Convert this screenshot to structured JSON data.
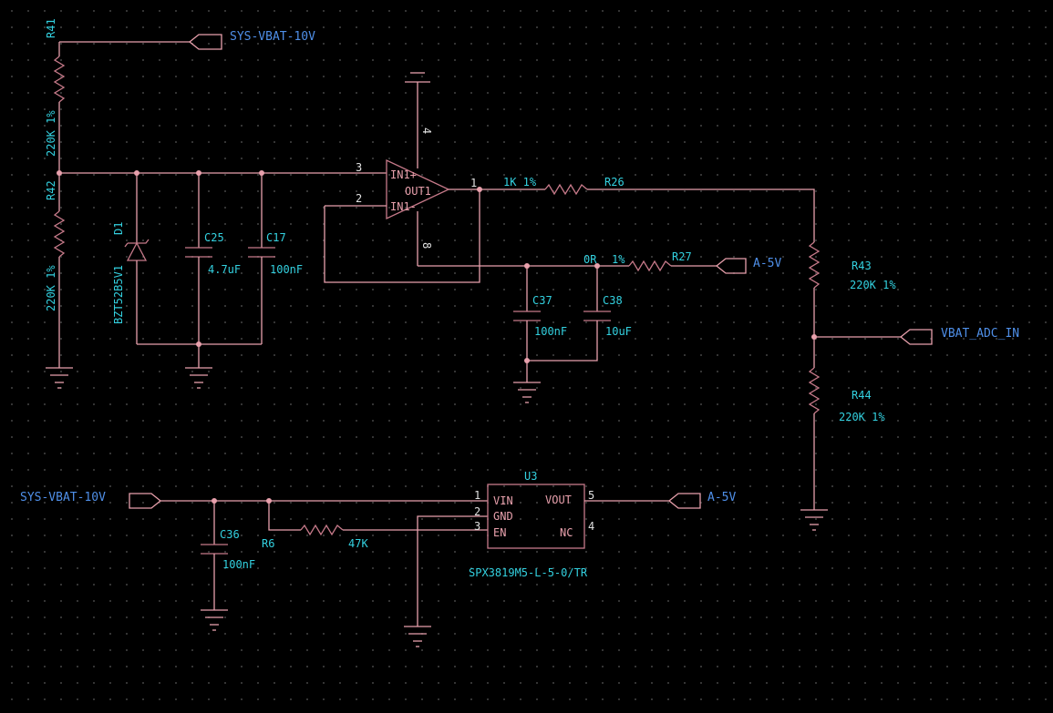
{
  "nets": {
    "sys_vbat_top": "SYS-VBAT-10V",
    "sys_vbat_bottom": "SYS-VBAT-10V",
    "a5v_r27": "A-5V",
    "a5v_u3": "A-5V",
    "vbat_adc_in": "VBAT_ADC_IN"
  },
  "components": {
    "r41": {
      "ref": "R41",
      "value": "220K 1%"
    },
    "r42": {
      "ref": "R42",
      "value": "220K 1%"
    },
    "d1": {
      "ref": "D1",
      "value": "BZT52B5V1"
    },
    "c25": {
      "ref": "C25",
      "value": "4.7uF"
    },
    "c17": {
      "ref": "C17",
      "value": "100nF"
    },
    "r26": {
      "ref": "R26",
      "value": "1K 1%"
    },
    "r27": {
      "ref": "R27",
      "value_a": "0R",
      "value_b": "1%"
    },
    "c37": {
      "ref": "C37",
      "value": "100nF"
    },
    "c38": {
      "ref": "C38",
      "value": "10uF"
    },
    "r43": {
      "ref": "R43",
      "value": "220K 1%"
    },
    "r44": {
      "ref": "R44",
      "value": "220K 1%"
    },
    "c36": {
      "ref": "C36",
      "value": "100nF"
    },
    "r6": {
      "ref": "R6",
      "value": "47K"
    },
    "u3": {
      "ref": "U3",
      "value": "SPX3819M5-L-5-0/TR"
    }
  },
  "opamp": {
    "pin_in_plus": "3",
    "pin_in_minus": "2",
    "pin_out": "1",
    "pin_vcc": "4",
    "pin_gnd": "8",
    "label_in_plus": "IN1+",
    "label_in_minus": "IN1-",
    "label_out": "OUT1"
  },
  "u3_pins": {
    "vin_num": "1",
    "vin_name": "VIN",
    "gnd_num": "2",
    "gnd_name": "GND",
    "en_num": "3",
    "en_name": "EN",
    "vout_num": "5",
    "vout_name": "VOUT",
    "nc_num": "4",
    "nc_name": "NC"
  }
}
